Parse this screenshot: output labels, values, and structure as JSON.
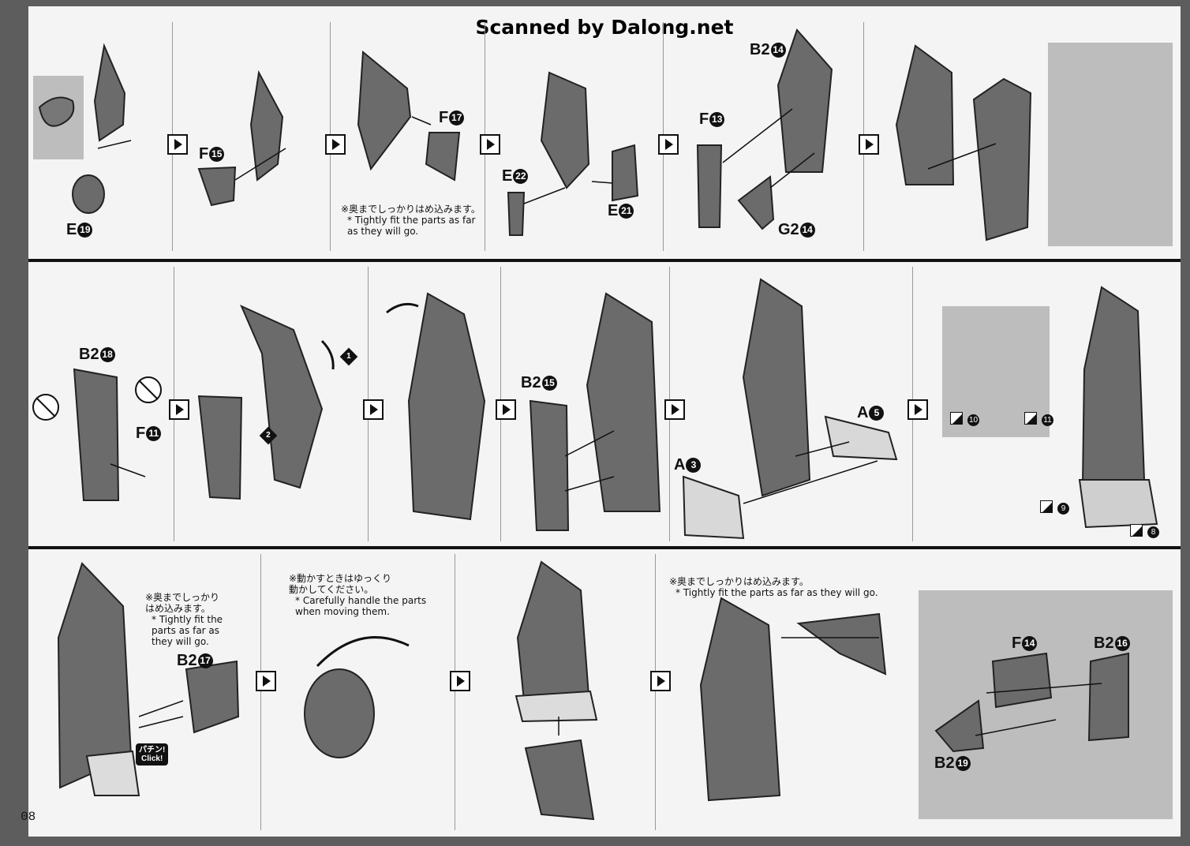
{
  "header": {
    "scan_credit": "Scanned by Dalong.net"
  },
  "footer": {
    "page_number": "08"
  },
  "row1": {
    "labels": {
      "e19": {
        "code": "E",
        "num": "19"
      },
      "f15": {
        "code": "F",
        "num": "15"
      },
      "f17": {
        "code": "F",
        "num": "17"
      },
      "e22": {
        "code": "E",
        "num": "22"
      },
      "e21": {
        "code": "E",
        "num": "21"
      },
      "b2_14": {
        "code": "B2",
        "num": "14"
      },
      "f13": {
        "code": "F",
        "num": "13"
      },
      "g2_14": {
        "code": "G2",
        "num": "14"
      }
    },
    "note_fit": {
      "jp": "※奥までしっかりはめ込みます。",
      "en": "* Tightly fit the parts as far as they will go."
    }
  },
  "row2": {
    "labels": {
      "b2_18": {
        "code": "B2",
        "num": "18"
      },
      "f11": {
        "code": "F",
        "num": "11"
      },
      "b2_15": {
        "code": "B2",
        "num": "15"
      },
      "a5": {
        "code": "A",
        "num": "5"
      },
      "a3": {
        "code": "A",
        "num": "3"
      }
    },
    "step_markers": [
      "1",
      "2"
    ],
    "stickers": [
      "10",
      "11",
      "9",
      "8"
    ]
  },
  "row3": {
    "labels": {
      "b2_17": {
        "code": "B2",
        "num": "17"
      },
      "f14": {
        "code": "F",
        "num": "14"
      },
      "b2_16": {
        "code": "B2",
        "num": "16"
      },
      "b2_19": {
        "code": "B2",
        "num": "19"
      }
    },
    "note_fit_short": {
      "jp": "※奥までしっかり\nはめ込みます。",
      "en": "* Tightly fit the\nparts as far as\nthey will go."
    },
    "note_careful": {
      "jp": "※動かすときはゆっくり\n動かしてください。",
      "en": "* Carefully handle the parts\nwhen moving them."
    },
    "note_fit_long": {
      "jp": "※奥までしっかりはめ込みます。",
      "en": "* Tightly fit the parts as far as they will go."
    },
    "click_badge": {
      "jp": "パチン!",
      "en": "Click!"
    }
  }
}
